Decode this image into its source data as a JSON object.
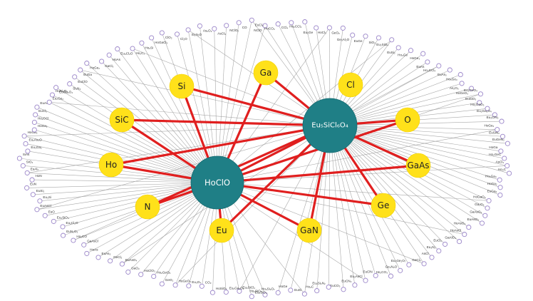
{
  "colors": {
    "hub": "#1f7f86",
    "element": "#ffe11a",
    "red_edge": "#e01f1f",
    "thin_edge": "#9a9a9a",
    "leaf_stroke": "#9b86c9"
  },
  "hubs": [
    {
      "id": "hoclo",
      "label": "HoClO"
    },
    {
      "id": "eusicl",
      "label": "Eu₅SiCl₆O₄"
    }
  ],
  "elements": [
    "Ga",
    "Si",
    "Cl",
    "SiC",
    "O",
    "Ho",
    "GaAs",
    "N",
    "Ge",
    "Eu",
    "GaN"
  ],
  "leaves": [
    "NClO",
    "HoCO₃",
    "CCl₄",
    "Ho₂CCl₂",
    "Eu₂Ge",
    "HoCl₃",
    "GeO₂",
    "Ge₃Al₂O",
    "EuGe",
    "SiO₂",
    "Eu₂SiO₄",
    "EuSi₂",
    "Ho₃Ge",
    "HoGe₃",
    "EuAs",
    "Ho₂CCl₄",
    "EuAs₃",
    "Ho₅Ge₃",
    "As₂O₅",
    "HoGeO₃",
    "Eu₂GeO₄",
    "EuSiO₃",
    "Ho₂GaO₃",
    "Eu₂Ga₂O₄",
    "Eu₃ClN₂",
    "HoGe₂",
    "EuSiN₂",
    "EuGeN₂",
    "HoGa",
    "Ho₂GeC",
    "AsCl₃",
    "Ho₂C",
    "Ho₂Ga₃",
    "HoGa₂",
    "EuGa₄",
    "HoGaO₃",
    "Ga₂O₃",
    "GaAsO₄",
    "EuAsO₄",
    "HoAsO₄",
    "HoAsCl",
    "GaAlO₃",
    "EuCl₂",
    "Eu₃N₂",
    "AsCl",
    "GeCl₄",
    "Eu₃Ge₂O₇",
    "Ge₂N₂O",
    "Ho₂CO₃",
    "EuClN",
    "Eu₂AsCl",
    "EuCN₂",
    "EuCO₃",
    "Eu₂Si₂N₂",
    "Ho₂C",
    "EuSi",
    "HoGe",
    "Ho₃Si₂O₇",
    "Ho₂SiO₅",
    "Eu₂SiO₄",
    "Eu₂SiCl₂",
    "Eu₂Ga₂O₄",
    "HoSiO₃",
    "CO₂",
    "Eu₃O₄",
    "HoGeO₂",
    "GeO₂",
    "Ho₂GeO₅",
    "HoClO₃",
    "GaO₂",
    "EuAsO₄",
    "GeCl₂",
    "EuAs₃",
    "HoAs",
    "GaAsCl",
    "Ho₂CO",
    "EuN₂O₃",
    "Eu₂Cl₂O",
    "Eu₂SiO₄",
    "EuO",
    "EuAsCl",
    "Eu₃Si",
    "EuSi₂",
    "EuN",
    "HoN",
    "EuAl₂",
    "SiO₂",
    "SiAs",
    "Eu₃Ga₂",
    "Eu₂As₃O",
    "HoGa₃",
    "HoGa₂",
    "Ho₂CCl",
    "EuCl₃",
    "EuAs",
    "Eu₂Ge₂",
    "HoSi₃O₉",
    "EuGa₂O₄",
    "Si₃N₄",
    "EuClO",
    "EuGa",
    "HoGe₂",
    "GaCl₃",
    "HoAs",
    "Eu₃Cl₂O",
    "Ho₂C₂",
    "Ho₂Si",
    "HoGaCl₃",
    "ClO₂",
    "Cl₂O",
    "Si₂N₂O",
    "As₂O₃",
    "AsCl₃",
    "NClO₂",
    "CO",
    "EuCl₂"
  ]
}
